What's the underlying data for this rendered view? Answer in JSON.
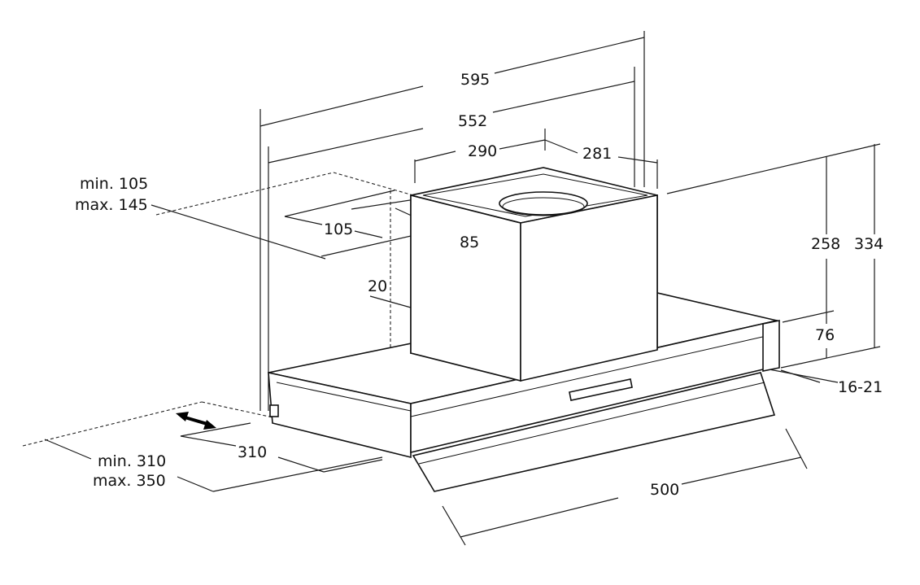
{
  "dimensions": {
    "width_overall": "595",
    "width_inner": "552",
    "chimney_left": "290",
    "chimney_right": "281",
    "offset_min": "min. 105",
    "offset_max": "max. 145",
    "offset_105": "105",
    "offset_85": "85",
    "offset_20": "20",
    "height_258": "258",
    "height_334": "334",
    "height_76": "76",
    "wall_gap": "16-21",
    "depth_min": "min. 310",
    "depth_max": "max. 350",
    "depth_310": "310",
    "depth_500": "500"
  }
}
